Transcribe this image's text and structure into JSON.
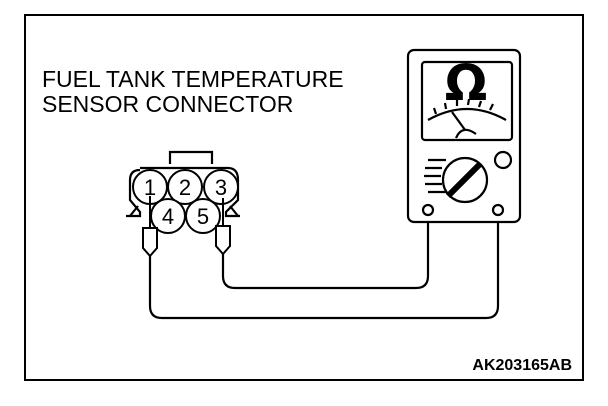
{
  "diagram": {
    "title_lines": [
      "FUEL TANK TEMPERATURE",
      "SENSOR CONNECTOR"
    ],
    "connector_pins": [
      "1",
      "2",
      "3",
      "4",
      "5"
    ],
    "meter_symbol": "Ω",
    "meter_icon": "ohmmeter-icon",
    "reference_code": "AK203165AB"
  }
}
